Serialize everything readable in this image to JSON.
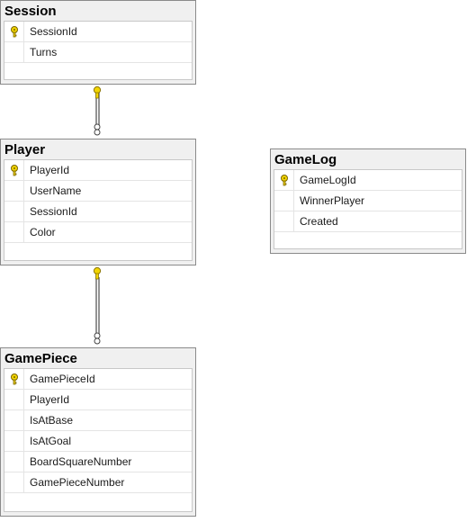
{
  "tables": {
    "session": {
      "title": "Session",
      "columns": [
        "SessionId",
        "Turns"
      ],
      "key_column": "SessionId"
    },
    "player": {
      "title": "Player",
      "columns": [
        "PlayerId",
        "UserName",
        "SessionId",
        "Color"
      ],
      "key_column": "PlayerId"
    },
    "gamelog": {
      "title": "GameLog",
      "columns": [
        "GameLogId",
        "WinnerPlayer",
        "Created"
      ],
      "key_column": "GameLogId"
    },
    "gamepiece": {
      "title": "GamePiece",
      "columns": [
        "GamePieceId",
        "PlayerId",
        "IsAtBase",
        "IsAtGoal",
        "BoardSquareNumber",
        "GamePieceNumber"
      ],
      "key_column": "GamePieceId"
    }
  },
  "relationships": [
    {
      "from": "Session",
      "to": "Player",
      "from_end": "key",
      "to_end": "infinity"
    },
    {
      "from": "Player",
      "to": "GamePiece",
      "from_end": "key",
      "to_end": "infinity"
    }
  ],
  "colors": {
    "key_icon": "#f2d500",
    "frame": "#8a8a8a",
    "link": "#707070"
  }
}
